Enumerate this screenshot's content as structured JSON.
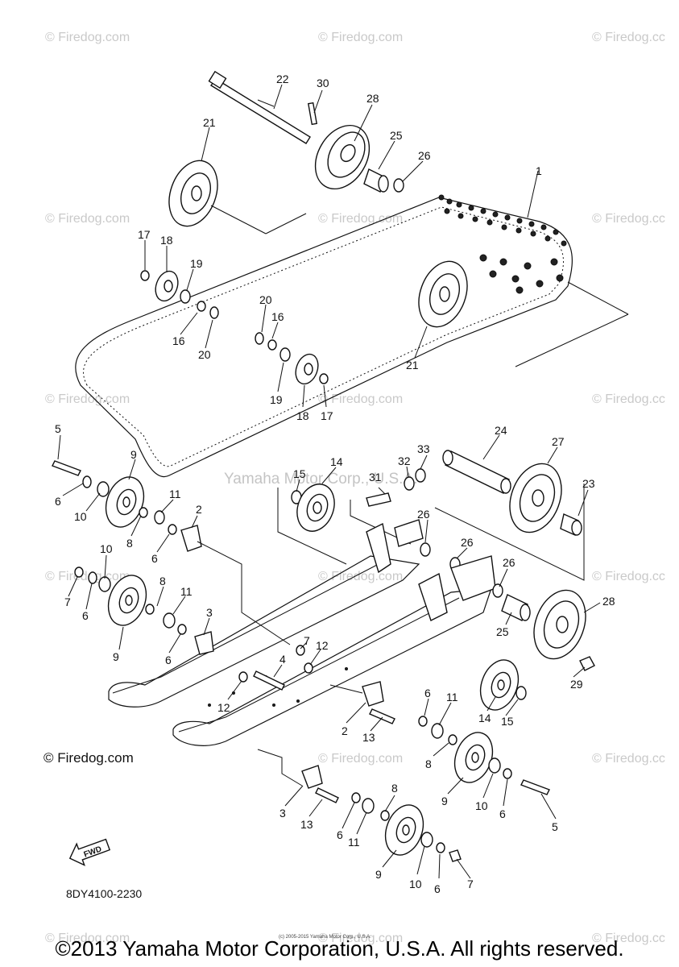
{
  "watermark": "© Firedog.com",
  "watermark_short": "© Firedog.cc",
  "center_watermark": "Yamaha Motor Corp., U.S.A.",
  "credit": "© Firedog.com",
  "diagram_code": "8DY4100-2230",
  "fwd_label": "FWD",
  "fine_print": "(c) 2005-2015 Yamaha Motor Corp., U.S.A.",
  "footer": "©2013 Yamaha Motor Corporation, U.S.A. All rights reserved.",
  "callouts": [
    "1",
    "2",
    "3",
    "4",
    "5",
    "6",
    "7",
    "8",
    "9",
    "10",
    "11",
    "12",
    "13",
    "14",
    "15",
    "16",
    "17",
    "18",
    "19",
    "20",
    "21",
    "22",
    "23",
    "24",
    "25",
    "26",
    "27",
    "28",
    "29",
    "30",
    "31",
    "32",
    "33"
  ],
  "icons": {
    "fwd_arrow": "fwd-arrow-icon"
  }
}
